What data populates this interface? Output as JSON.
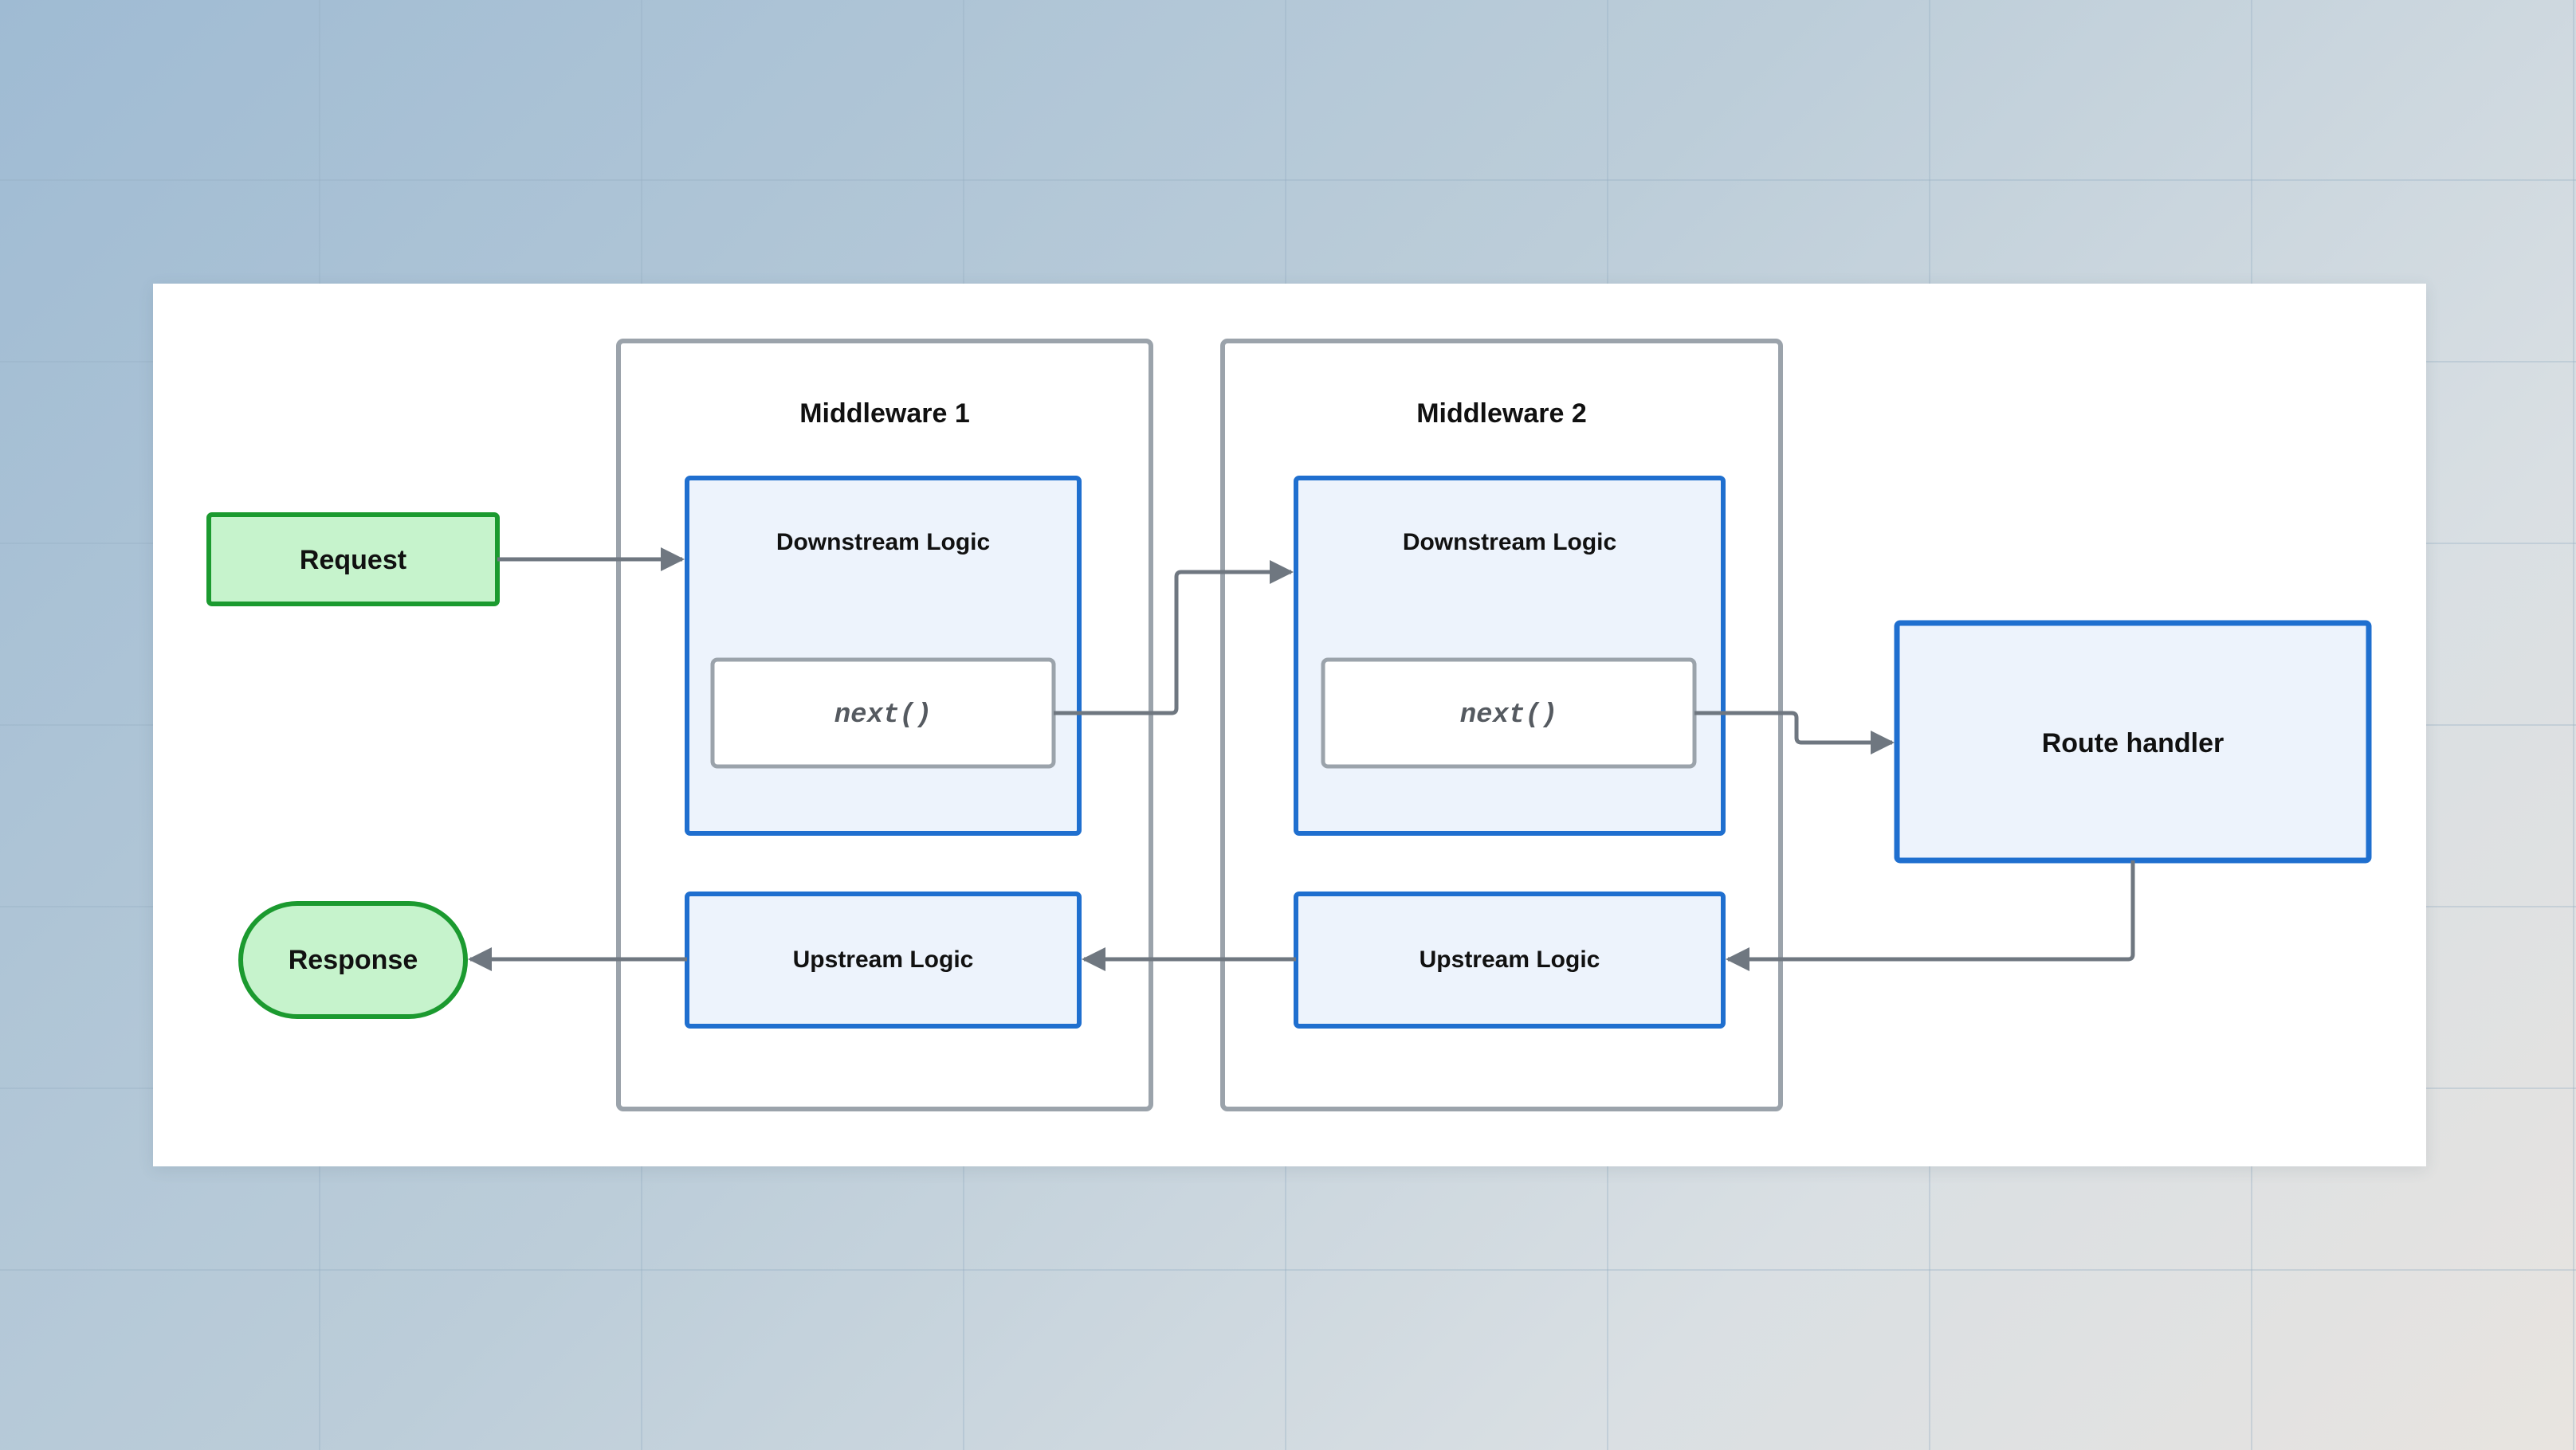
{
  "diagram": {
    "request": "Request",
    "response": "Response",
    "middleware1": {
      "title": "Middleware 1",
      "downstream": "Downstream Logic",
      "next": "next()",
      "upstream": "Upstream Logic"
    },
    "middleware2": {
      "title": "Middleware 2",
      "downstream": "Downstream Logic",
      "next": "next()",
      "upstream": "Upstream Logic"
    },
    "route_handler": "Route handler"
  },
  "colors": {
    "green_fill": "#c6f3cc",
    "green_stroke": "#1b9a2f",
    "blue_fill": "#edf3fc",
    "blue_stroke": "#1f6fcf",
    "gray_stroke": "#9ba3ab",
    "arrow": "#6f7780"
  }
}
